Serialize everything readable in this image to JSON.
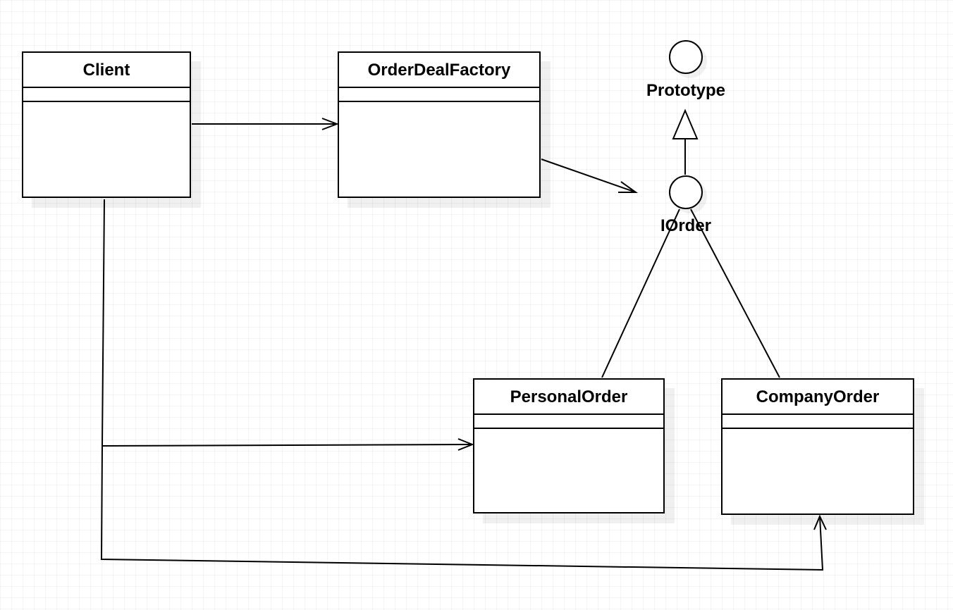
{
  "diagram": {
    "classes": {
      "client": {
        "name": "Client"
      },
      "factory": {
        "name": "OrderDealFactory"
      },
      "personal": {
        "name": "PersonalOrder"
      },
      "company": {
        "name": "CompanyOrder"
      }
    },
    "interfaces": {
      "prototype": {
        "name": "Prototype"
      },
      "iorder": {
        "name": "IOrder"
      }
    },
    "line_color": "#000000",
    "relations": [
      {
        "from": "Client",
        "to": "OrderDealFactory",
        "type": "association"
      },
      {
        "from": "OrderDealFactory",
        "to": "IOrder",
        "type": "association"
      },
      {
        "from": "IOrder",
        "to": "Prototype",
        "type": "generalization"
      },
      {
        "from": "PersonalOrder",
        "to": "IOrder",
        "type": "realization"
      },
      {
        "from": "CompanyOrder",
        "to": "IOrder",
        "type": "realization"
      },
      {
        "from": "Client",
        "to": "PersonalOrder",
        "type": "association"
      },
      {
        "from": "Client",
        "to": "CompanyOrder",
        "type": "association"
      }
    ]
  }
}
